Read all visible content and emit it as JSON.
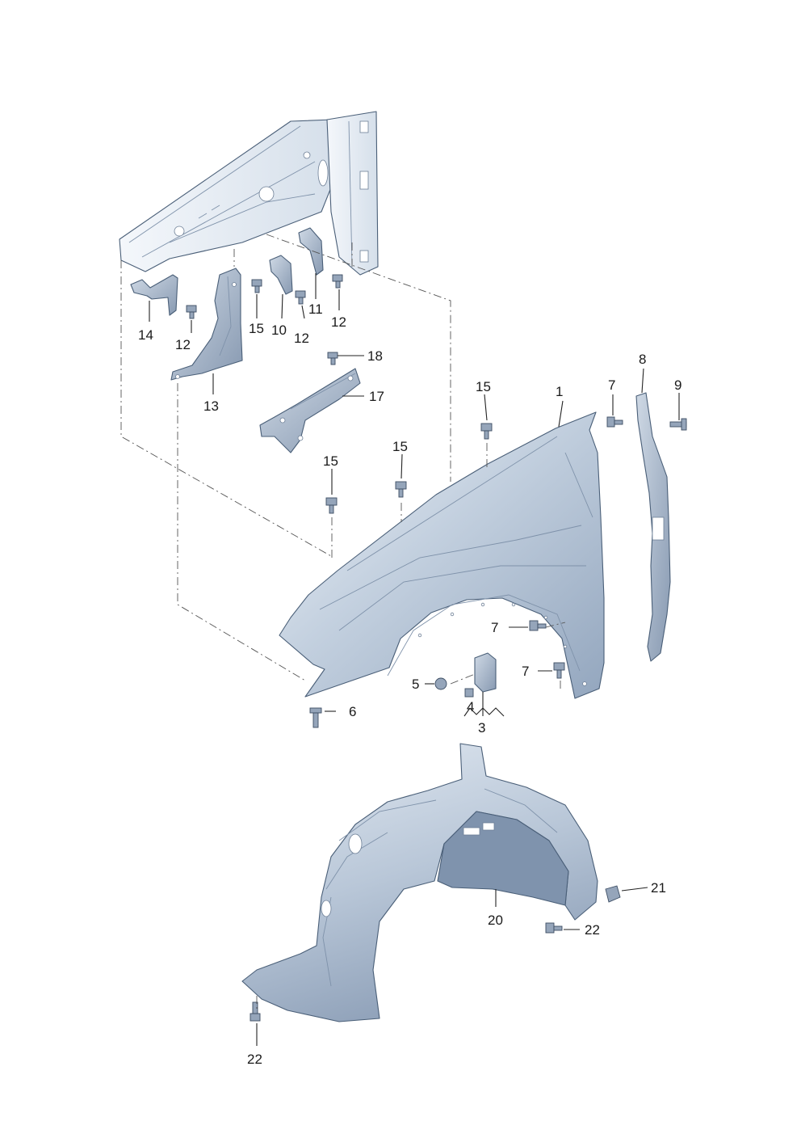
{
  "diagram": {
    "callouts": [
      "1",
      "3",
      "4",
      "5",
      "6",
      "7",
      "7",
      "7",
      "8",
      "9",
      "10",
      "11",
      "12",
      "12",
      "12",
      "13",
      "14",
      "15",
      "15",
      "15",
      "15",
      "17",
      "18",
      "20",
      "21",
      "22",
      "22"
    ]
  }
}
